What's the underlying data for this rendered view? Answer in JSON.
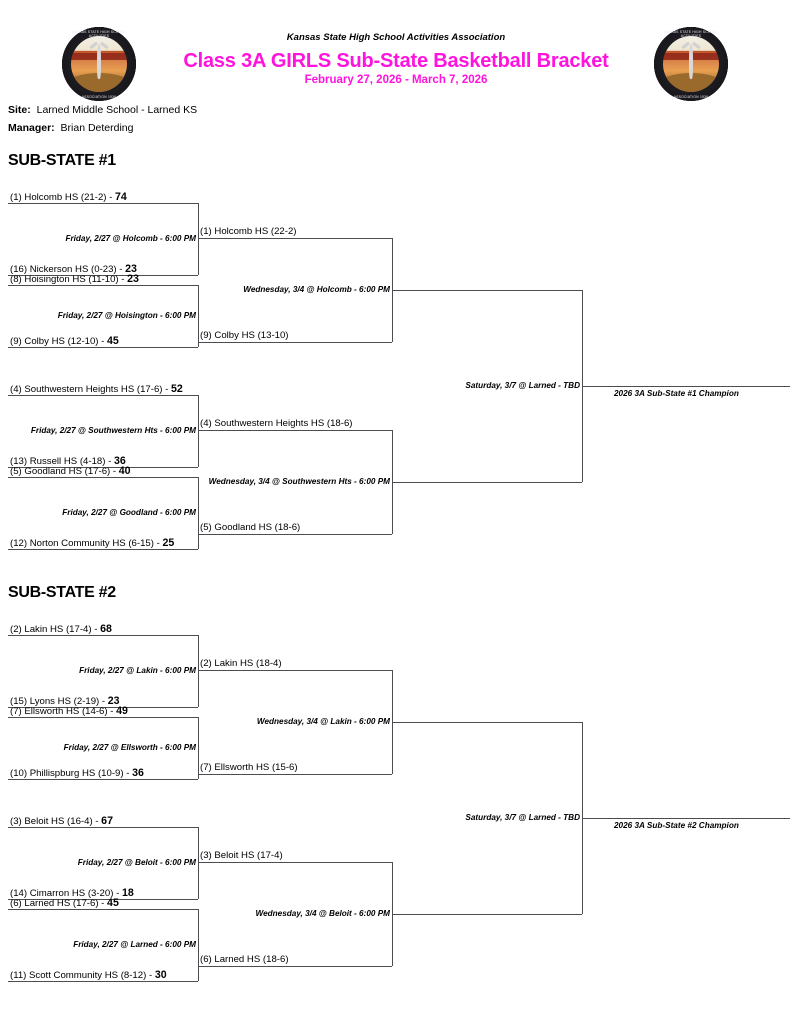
{
  "header": {
    "association": "Kansas State High School Activities Association",
    "title": "Class 3A GIRLS Sub-State Basketball Bracket",
    "dates": "February 27, 2026 - March 7, 2026",
    "title_color": "#ff13dd",
    "logo_text_top": "KANSAS STATE HIGH SCHOOL ACTIVITIES",
    "logo_text_bottom": "ASSOCIATION 1936",
    "site_label": "Site:",
    "site_value": "Larned Middle School - Larned KS",
    "manager_label": "Manager:",
    "manager_value": "Brian Deterding"
  },
  "sections": [
    {
      "heading": "SUB-STATE #1",
      "round1": [
        {
          "top": "(1) Holcomb HS (21-2) - ",
          "top_score": "74",
          "bottom": "(16) Nickerson HS (0-23) - ",
          "bottom_score": "23",
          "info": "Friday, 2/27 @ Holcomb - 6:00 PM"
        },
        {
          "top": "(8) Hoisington HS (11-10) - ",
          "top_score": "23",
          "bottom": "(9) Colby HS (12-10) - ",
          "bottom_score": "45",
          "info": "Friday, 2/27 @ Hoisington - 6:00 PM"
        },
        {
          "top": "(4) Southwestern Heights HS (17-6) - ",
          "top_score": "52",
          "bottom": "(13) Russell HS (4-18) - ",
          "bottom_score": "36",
          "info": "Friday, 2/27 @ Southwestern Hts - 6:00 PM"
        },
        {
          "top": "(5) Goodland HS (17-6) - ",
          "top_score": "40",
          "bottom": "(12) Norton Community HS (6-15) - ",
          "bottom_score": "25",
          "info": "Friday, 2/27 @ Goodland - 6:00 PM"
        }
      ],
      "round2": [
        {
          "top": "(1) Holcomb HS (22-2)",
          "bottom": "(9) Colby HS (13-10)",
          "info": "Wednesday, 3/4 @ Holcomb - 6:00 PM"
        },
        {
          "top": "(4) Southwestern Heights HS (18-6)",
          "bottom": "(5) Goodland HS (18-6)",
          "info": "Wednesday, 3/4 @ Southwestern Hts - 6:00 PM"
        }
      ],
      "final": {
        "info": "Saturday, 3/7 @ Larned - TBD",
        "champion_label": "2026 3A Sub-State #1 Champion"
      }
    },
    {
      "heading": "SUB-STATE #2",
      "round1": [
        {
          "top": "(2) Lakin HS (17-4) - ",
          "top_score": "68",
          "bottom": "(15) Lyons HS (2-19) - ",
          "bottom_score": "23",
          "info": "Friday, 2/27 @ Lakin - 6:00 PM"
        },
        {
          "top": "(7) Ellsworth HS (14-6) - ",
          "top_score": "49",
          "bottom": "(10) Phillispburg HS (10-9) - ",
          "bottom_score": "36",
          "info": "Friday, 2/27 @ Ellsworth - 6:00 PM"
        },
        {
          "top": "(3) Beloit HS (16-4) - ",
          "top_score": "67",
          "bottom": "(14) Cimarron HS (3-20) - ",
          "bottom_score": "18",
          "info": "Friday, 2/27 @ Beloit - 6:00 PM"
        },
        {
          "top": "(6) Larned HS (17-6) - ",
          "top_score": "45",
          "bottom": "(11) Scott Community HS (8-12) - ",
          "bottom_score": "30",
          "info": "Friday, 2/27 @ Larned - 6:00 PM"
        }
      ],
      "round2": [
        {
          "top": "(2) Lakin HS (18-4)",
          "bottom": "(7) Ellsworth HS (15-6)",
          "info": "Wednesday, 3/4 @ Lakin - 6:00 PM"
        },
        {
          "top": "(3) Beloit HS (17-4)",
          "bottom": "(6) Larned HS (18-6)",
          "info": "Wednesday, 3/4 @ Beloit - 6:00 PM"
        }
      ],
      "final": {
        "info": "Saturday, 3/7 @ Larned - TBD",
        "champion_label": "2026 3A Sub-State #2 Champion"
      }
    }
  ]
}
